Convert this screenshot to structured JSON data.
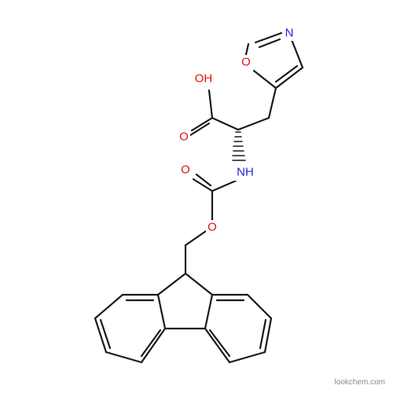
{
  "molecule": {
    "atom_labels": {
      "oxazole_n": "N",
      "oxazole_o": "O",
      "acid_oh": "OH",
      "acid_o": "O",
      "amide_nh": "NH",
      "carbamate_o_double": "O",
      "carbamate_o_ester": "O"
    },
    "colors": {
      "bond": "#1a1a1a",
      "nitrogen": "#2020d8",
      "oxygen": "#e01010"
    }
  },
  "watermark": "lookchem.com"
}
